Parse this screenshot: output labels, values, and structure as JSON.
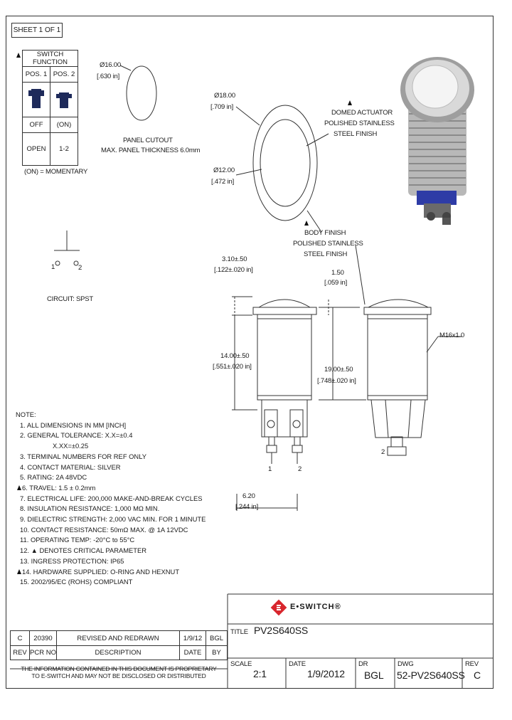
{
  "sheet": "SHEET 1 OF 1",
  "switch_table": {
    "title": "SWITCH FUNCTION",
    "pos1": "POS. 1",
    "pos2": "POS. 2",
    "state1": "OFF",
    "state2": "(ON)",
    "circuit1": "OPEN",
    "circuit2": "1-2",
    "legend": "(ON) = MOMENTARY"
  },
  "panel_cutout": {
    "dia_mm": "Ø16.00",
    "dia_in": "[.630 in]",
    "label1": "PANEL CUTOUT",
    "label2": "MAX. PANEL THICKNESS 6.0mm"
  },
  "front_view": {
    "outer_mm": "Ø18.00",
    "outer_in": "[.709 in]",
    "inner_mm": "Ø12.00",
    "inner_in": "[.472 in]",
    "actuator1": "DOMED ACTUATOR",
    "actuator2": "POLISHED STAINLESS",
    "actuator3": "STEEL FINISH"
  },
  "body_finish": {
    "line1": "BODY FINISH",
    "line2": "POLISHED STAINLESS",
    "line3": "STEEL FINISH"
  },
  "circuit": {
    "label": "CIRCUIT: SPST",
    "t1": "1",
    "t2": "2"
  },
  "side_dims": {
    "dim1_mm": "3.10±.50",
    "dim1_in": "[.122±.020 in]",
    "dim2_mm": "1.50",
    "dim2_in": "[.059 in]",
    "dim3_mm": "14.00±.50",
    "dim3_in": "[.551±.020 in]",
    "dim4_mm": "19.00±.50",
    "dim4_in": "[.748±.020 in]",
    "thread": "M16x1.0",
    "dim5_mm": "6.20",
    "dim5_in": "[.244 in]",
    "term1": "1",
    "term2": "2",
    "term_side": "2"
  },
  "notes": {
    "header": "NOTE:",
    "items": [
      {
        "text": "1. ALL DIMENSIONS IN MM [INCH]",
        "critical": false
      },
      {
        "text": "2. GENERAL TOLERANCE: X.X=±0.4",
        "critical": false
      },
      {
        "text": "X.XX=±0.25",
        "critical": false,
        "indent": true
      },
      {
        "text": "3. TERMINAL NUMBERS FOR REF ONLY",
        "critical": false
      },
      {
        "text": "4. CONTACT MATERIAL: SILVER",
        "critical": false
      },
      {
        "text": "5. RATING: 2A 48VDC",
        "critical": false
      },
      {
        "text": "6. TRAVEL: 1.5 ± 0.2mm",
        "critical": true
      },
      {
        "text": "7. ELECTRICAL LIFE: 200,000 MAKE-AND-BREAK CYCLES",
        "critical": false
      },
      {
        "text": "8. INSULATION RESISTANCE: 1,000 MΩ MIN.",
        "critical": false
      },
      {
        "text": "9. DIELECTRIC STRENGTH: 2,000 VAC MIN. FOR 1 MINUTE",
        "critical": false
      },
      {
        "text": "10. CONTACT RESISTANCE: 50mΩ MAX. @ 1A 12VDC",
        "critical": false
      },
      {
        "text": "11. OPERATING TEMP: -20°C to 55°C",
        "critical": false
      },
      {
        "text": "12. ▲ DENOTES CRITICAL PARAMETER",
        "critical": false
      },
      {
        "text": "13. INGRESS PROTECTION: IP65",
        "critical": false
      },
      {
        "text": "14. HARDWARE SUPPLIED: O-RING AND HEXNUT",
        "critical": true
      },
      {
        "text": "15. 2002/95/EC (ROHS) COMPLIANT",
        "critical": false
      }
    ]
  },
  "revision": {
    "rev": "C",
    "pcr": "20390",
    "description": "REVISED AND REDRAWN",
    "date": "1/9/12",
    "by": "BGL",
    "h_rev": "REV",
    "h_pcr": "PCR NO",
    "h_desc": "DESCRIPTION",
    "h_date": "DATE",
    "h_by": "BY"
  },
  "proprietary": {
    "line1": "THE INFORMATION CONTAINED IN THIS DOCUMENT IS PROPRIETARY",
    "line2": "TO E-SWITCH AND MAY NOT BE DISCLOSED OR DISTRIBUTED"
  },
  "title_block": {
    "brand": "E•SWITCH®",
    "title_label": "TITLE",
    "title": "PV2S640SS",
    "scale_label": "SCALE",
    "scale": "2:1",
    "date_label": "DATE",
    "date": "1/9/2012",
    "dr_label": "DR",
    "dr": "BGL",
    "dwg_label": "DWG",
    "dwg": "52-PV2S640SS",
    "rev_label": "REV",
    "rev": "C"
  },
  "colors": {
    "line": "#333333",
    "button_navy": "#1e2a5a",
    "logo_red": "#d8262d"
  }
}
